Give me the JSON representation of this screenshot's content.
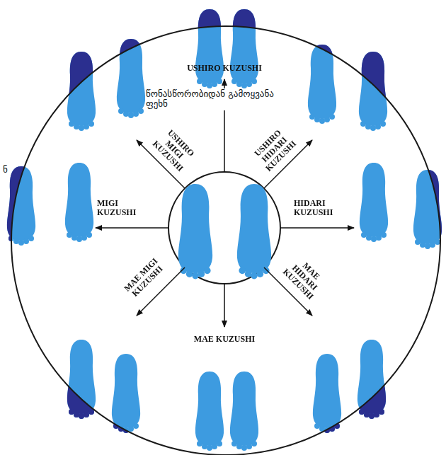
{
  "diagram": {
    "labels": [
      "USHIRO KUZUSHI",
      "წონასწორობიდან გამოყვანა ფეხნ",
      "ნ",
      "USHIRO MIGI KUZUSHI",
      "USHIRO HIDARI KUZUSHI",
      "MIGI KUZUSHI",
      "HIDARI KUZUSHI",
      "MAE MIGI KUZUSHI",
      "MAE HIDARI KUZUSHI",
      "MAE KUZUSHI"
    ]
  }
}
